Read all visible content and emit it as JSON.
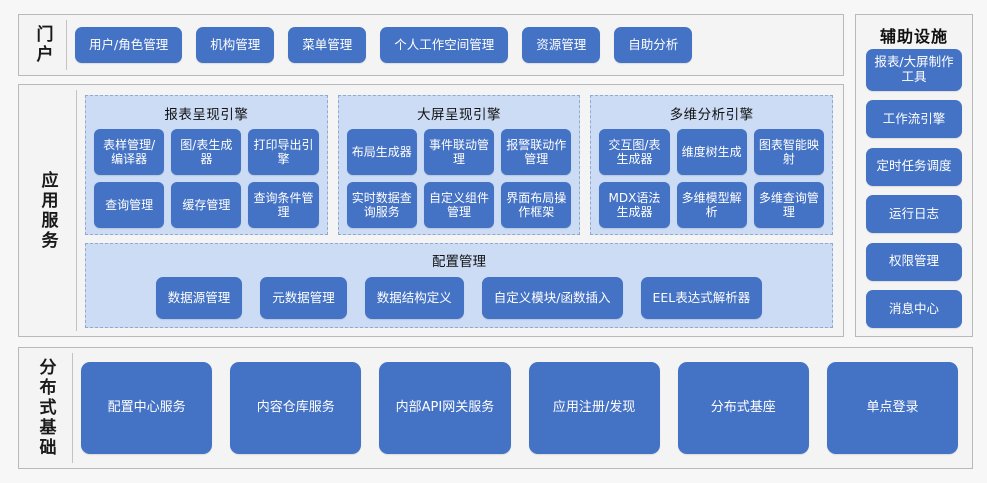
{
  "theme": {
    "box_blue": "#4472c4",
    "group_bg": "#ccdcf5",
    "panel_bg": "#f4f4f4",
    "page_bg": "#f7f7f7",
    "group_border": "#8fa9cf",
    "panel_border": "#b9b9b9"
  },
  "portal": {
    "label": "门户",
    "items": [
      "用户/角色管理",
      "机构管理",
      "菜单管理",
      "个人工作空间管理",
      "资源管理",
      "自助分析"
    ]
  },
  "aux": {
    "title": "辅助设施",
    "items": [
      "报表/大屏制作工具",
      "工作流引擎",
      "定时任务调度",
      "运行日志",
      "权限管理",
      "消息中心"
    ]
  },
  "app_services": {
    "label": "应用服务",
    "engines": [
      {
        "title": "报表呈现引擎",
        "items": [
          "表样管理/编译器",
          "图/表生成器",
          "打印导出引擎",
          "查询管理",
          "缓存管理",
          "查询条件管理"
        ]
      },
      {
        "title": "大屏呈现引擎",
        "items": [
          "布局生成器",
          "事件联动管理",
          "报警联动作管理",
          "实时数据查询服务",
          "自定义组件管理",
          "界面布局操作框架"
        ]
      },
      {
        "title": "多维分析引擎",
        "items": [
          "交互图/表生成器",
          "维度树生成",
          "图表智能映射",
          "MDX语法生成器",
          "多维模型解析",
          "多维查询管理"
        ]
      }
    ],
    "config": {
      "title": "配置管理",
      "items": [
        "数据源管理",
        "元数据管理",
        "数据结构定义",
        "自定义模块/函数插入",
        "EEL表达式解析器"
      ]
    }
  },
  "base": {
    "label": "分布式基础",
    "items": [
      "配置中心服务",
      "内容仓库服务",
      "内部API网关服务",
      "应用注册/发现",
      "分布式基座",
      "单点登录"
    ]
  }
}
